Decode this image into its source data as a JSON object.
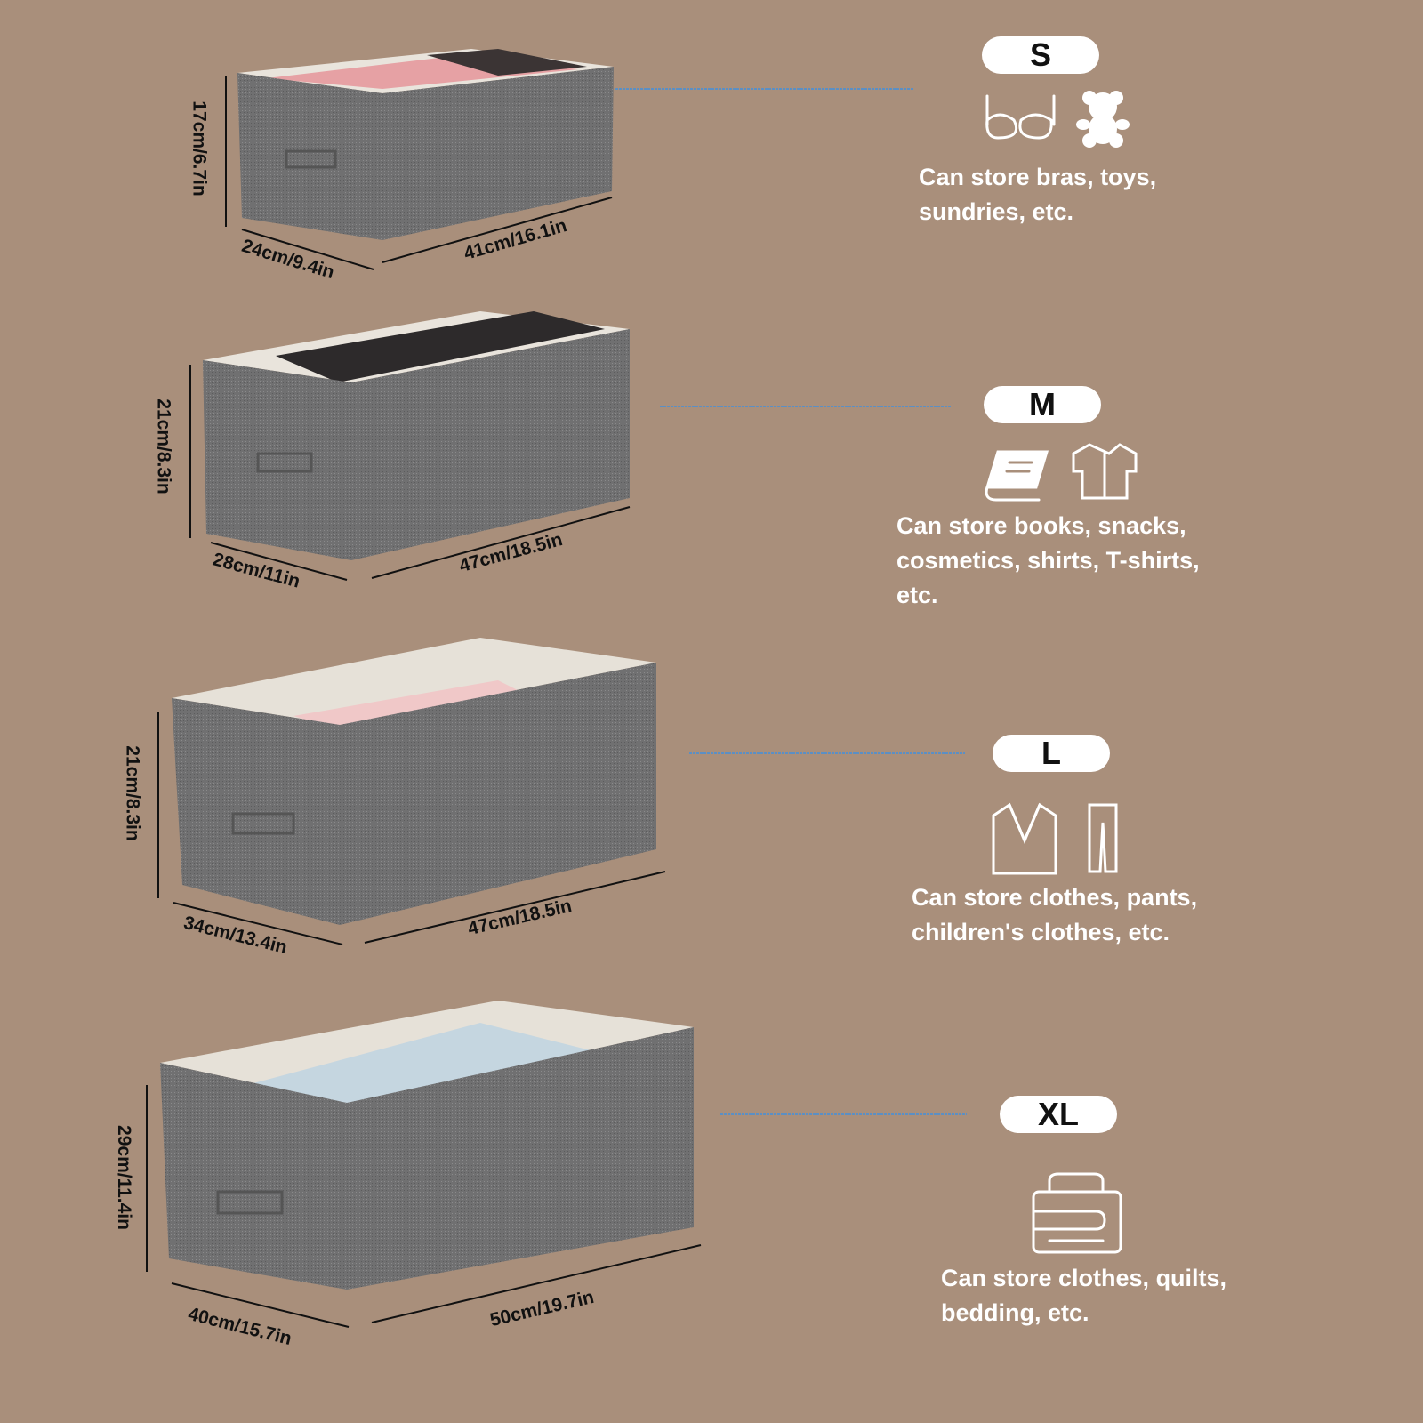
{
  "sizes": [
    {
      "label": "S",
      "height": "17cm/6.7in",
      "depth": "24cm/9.4in",
      "length": "41cm/16.1in",
      "icons": [
        "bra-icon",
        "teddy-bear-icon"
      ],
      "description": "Can store bras, toys,\nsundries, etc."
    },
    {
      "label": "M",
      "height": "21cm/8.3in",
      "depth": "28cm/11in",
      "length": "47cm/18.5in",
      "icons": [
        "book-icon",
        "shirt-icon"
      ],
      "description": "Can store books, snacks,\ncosmetics, shirts, T-shirts,\netc."
    },
    {
      "label": "L",
      "height": "21cm/8.3in",
      "depth": "34cm/13.4in",
      "length": "47cm/18.5in",
      "icons": [
        "suit-jacket-icon",
        "pants-icon"
      ],
      "description": "Can store clothes, pants,\nchildren's clothes, etc."
    },
    {
      "label": "XL",
      "height": "29cm/11.4in",
      "depth": "40cm/15.7in",
      "length": "50cm/19.7in",
      "icons": [
        "folded-bedding-icon"
      ],
      "description": "Can store clothes, quilts,\nbedding, etc."
    }
  ],
  "colors": {
    "background": "#a98f7b",
    "box": "#6f6f70",
    "connector": "#5b8fc4"
  }
}
